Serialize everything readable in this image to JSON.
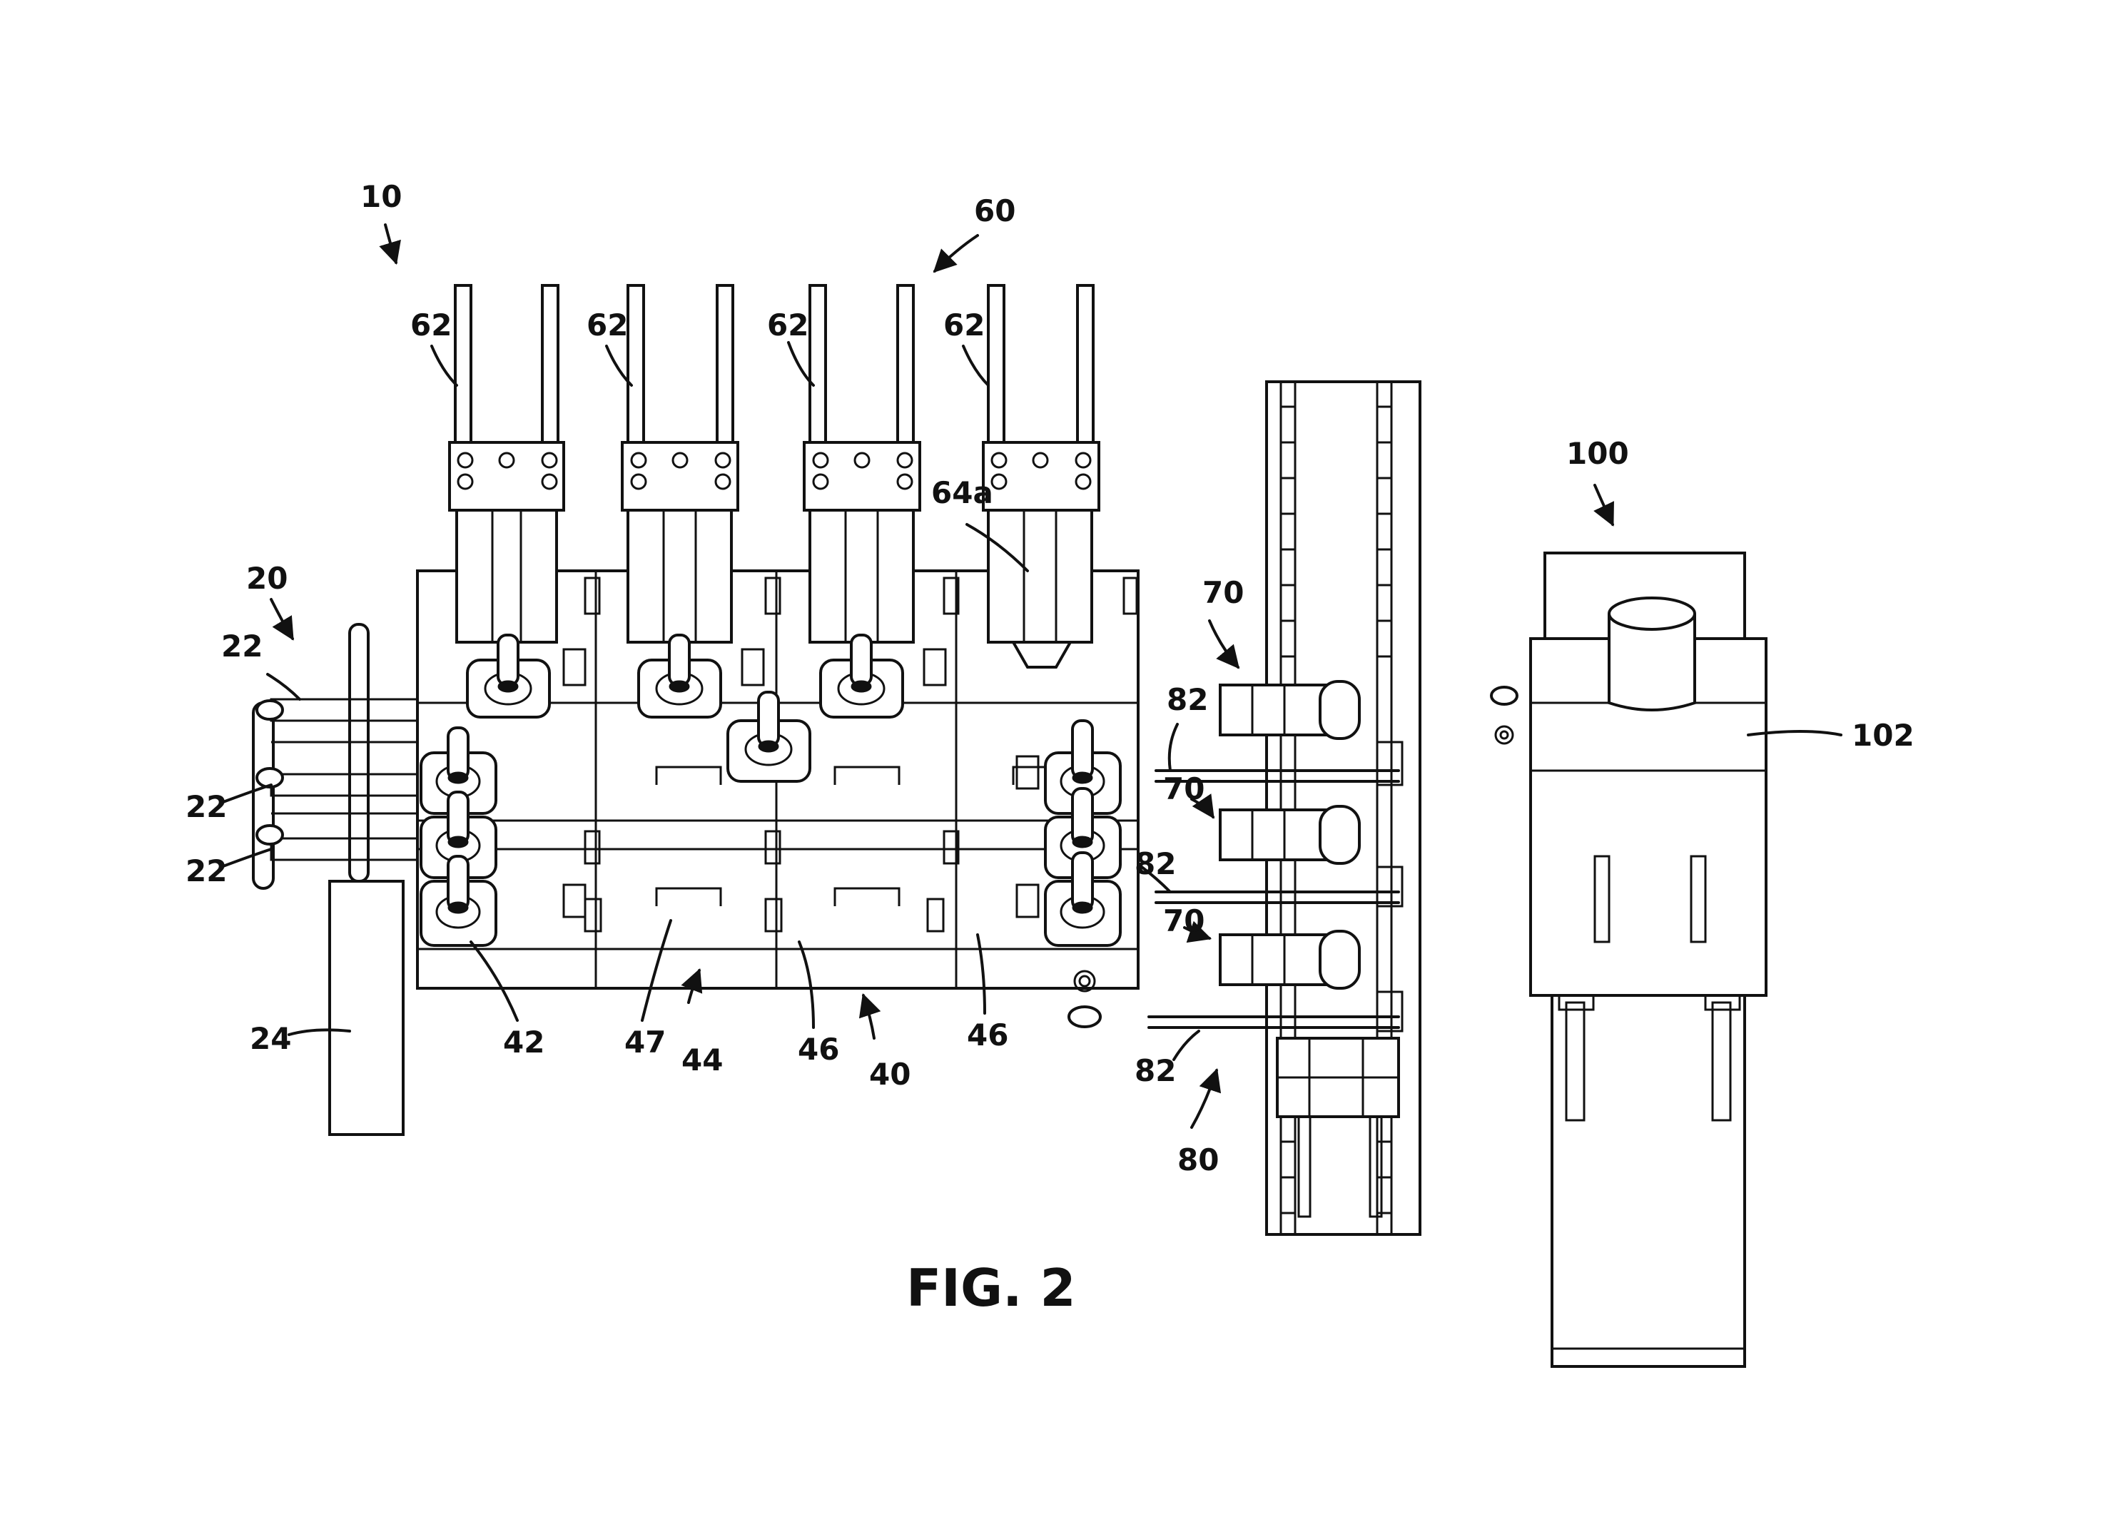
{
  "figure": {
    "caption": "FIG. 2",
    "colors": {
      "ink": "#111111",
      "background": "#ffffff"
    }
  },
  "labels": {
    "l10": "10",
    "l60": "60",
    "l62a": "62",
    "l62b": "62",
    "l62c": "62",
    "l62d": "62",
    "l64a": "64a",
    "l100": "100",
    "l102": "102",
    "l20": "20",
    "l22a": "22",
    "l22b": "22",
    "l22c": "22",
    "l24": "24",
    "l70a": "70",
    "l70b": "70",
    "l70c": "70",
    "l82a": "82",
    "l82b": "82",
    "l82c": "82",
    "l80": "80",
    "l42": "42",
    "l47": "47",
    "l44": "44",
    "l46a": "46",
    "l40": "40",
    "l46b": "46"
  }
}
